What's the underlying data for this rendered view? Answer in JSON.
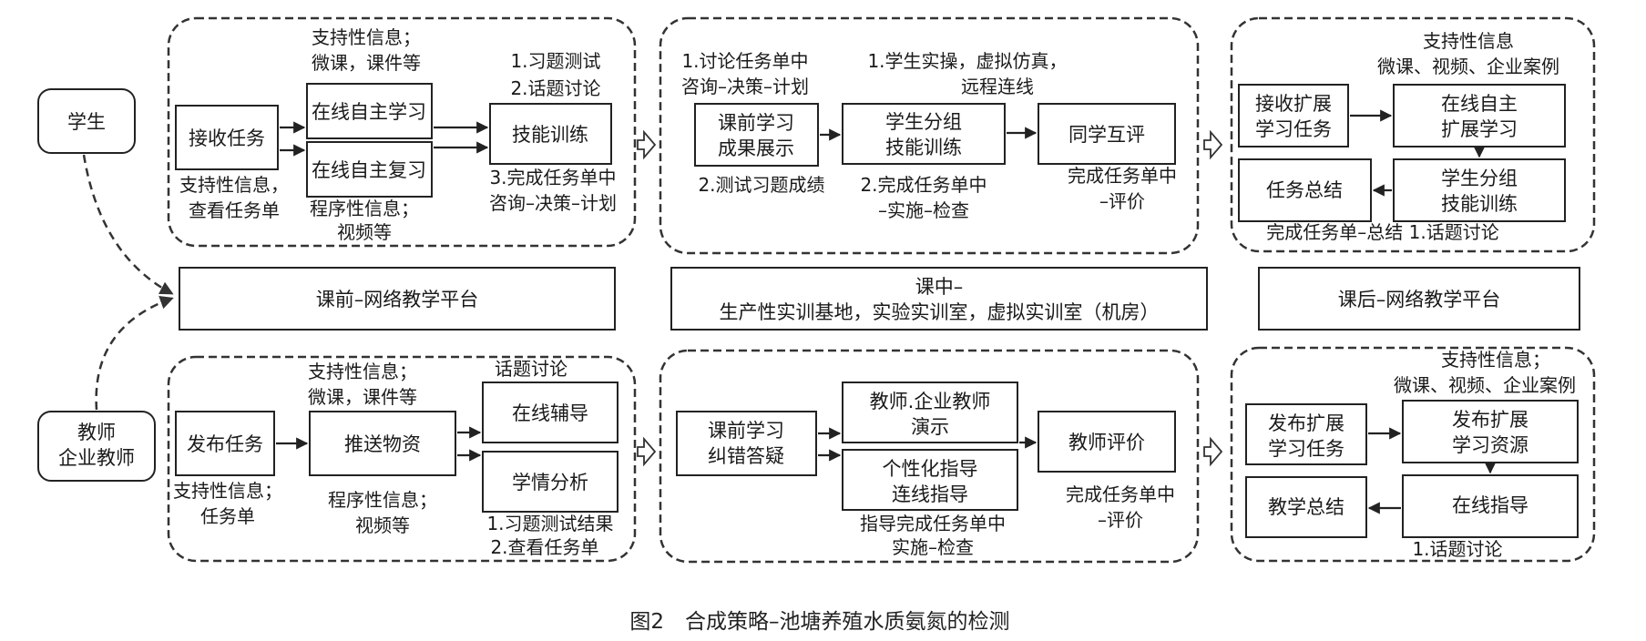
{
  "actors": {
    "student": "学生",
    "teacher_1": "教师",
    "teacher_2": "企业教师"
  },
  "platforms": {
    "pre": "课前–网络教学平台",
    "mid_1": "课中–",
    "mid_2": "生产性实训基地，实验实训室，虚拟实训室（机房）",
    "post": "课后–网络教学平台"
  },
  "student_pre": {
    "receive": "接收任务",
    "study": "在线自主学习",
    "review": "在线自主复习",
    "skill": "技能训练",
    "sup_top_1": "支持性信息；",
    "sup_top_2": "微课，课件等",
    "sup_left_1": "支持性信息，",
    "sup_left_2": "查看任务单",
    "proc_1": "程序性信息；",
    "proc_2": "视频等",
    "ex_1": "1.习题测试",
    "ex_2": "2.话题讨论",
    "ex_3": "3.完成任务单中",
    "ex_4": "咨询–决策–计划"
  },
  "student_mid": {
    "show_1": "课前学习",
    "show_2": "成果展示",
    "train_1": "学生分组",
    "train_2": "技能训练",
    "peer": "同学互评",
    "top_1": "1.讨论任务单中",
    "top_2": "咨询–决策–计划",
    "top_3": "1.学生实操，虚拟仿真，",
    "top_4": "远程连线",
    "bot_1": "2.测试习题成绩",
    "bot_2": "2.完成任务单中",
    "bot_3": "–实施–检查",
    "bot_4": "完成任务单中",
    "bot_5": "–评价"
  },
  "student_post": {
    "recv_1": "接收扩展",
    "recv_2": "学习任务",
    "study_1": "在线自主",
    "study_2": "扩展学习",
    "group_1": "学生分组",
    "group_2": "技能训练",
    "summary": "任务总结",
    "sup_1": "支持性信息",
    "sup_2": "微课、视频、企业案例",
    "bot": "完成任务单–总结 1.话题讨论"
  },
  "teacher_pre": {
    "publish": "发布任务",
    "push": "推送物资",
    "tutor": "在线辅导",
    "analysis": "学情分析",
    "sup_top_1": "支持性信息；",
    "sup_top_2": "微课，课件等",
    "topic": "话题讨论",
    "sup_left_1": "支持性信息；",
    "sup_left_2": "任务单",
    "proc_1": "程序性信息；",
    "proc_2": "视频等",
    "res_1": "1.习题测试结果",
    "res_2": "2.查看任务单"
  },
  "teacher_mid": {
    "correct_1": "课前学习",
    "correct_2": "纠错答疑",
    "demo_1": "教师.企业教师",
    "demo_2": "演示",
    "guide_1": "个性化指导",
    "guide_2": "连线指导",
    "eval": "教师评价",
    "bot_1": "指导完成任务单中",
    "bot_2": "实施–检查",
    "bot_3": "完成任务单中",
    "bot_4": "–评价"
  },
  "teacher_post": {
    "pub_1": "发布扩展",
    "pub_2": "学习任务",
    "res_1": "发布扩展",
    "res_2": "学习资源",
    "guide": "在线指导",
    "summary": "教学总结",
    "sup_1": "支持性信息；",
    "sup_2": "微课、视频、企业案例",
    "bot": "1.话题讨论"
  },
  "caption": "图2　合成策略–池塘养殖水质氨氮的检测"
}
